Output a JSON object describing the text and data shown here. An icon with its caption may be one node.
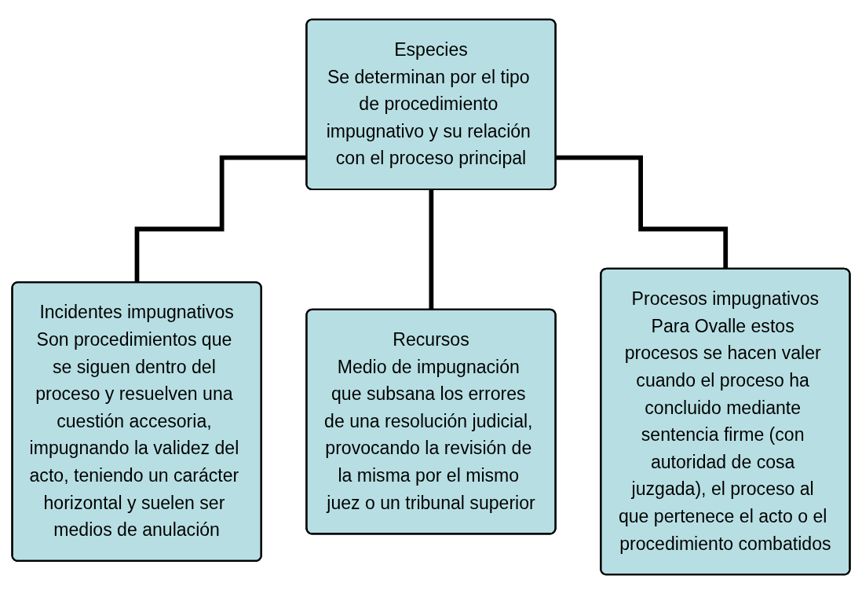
{
  "diagram": {
    "nodes": [
      {
        "text": [
          "Especies",
          "Se determinan por el tipo de procedimiento impugnativo y su relación con el proceso principal"
        ]
      },
      {
        "text": [
          "Incidentes impugnativos",
          "Son procedimientos que se siguen dentro del proceso y resuelven una cuestión accesoria, impugnando la validez del acto, teniendo un carácter horizontal y suelen ser medios de anulación"
        ]
      },
      {
        "text": [
          "Recursos",
          "Medio de impugnación que subsana los errores de una resolución judicial, provocando la revisión de la misma por el mismo juez o un tribunal superior"
        ]
      },
      {
        "text": [
          "Procesos impugnativos",
          "Para Ovalle estos procesos se hacen valer cuando el proceso ha concluido mediante sentencia firme (con autoridad de cosa juzgada), el proceso al que pertenece el acto o el procedimiento combatidos"
        ]
      }
    ],
    "edges": [
      {
        "from": 0,
        "to": 1,
        "arrow": "none"
      },
      {
        "from": 0,
        "to": 2,
        "arrow": "none"
      },
      {
        "from": 0,
        "to": 3,
        "arrow": "none"
      }
    ]
  }
}
